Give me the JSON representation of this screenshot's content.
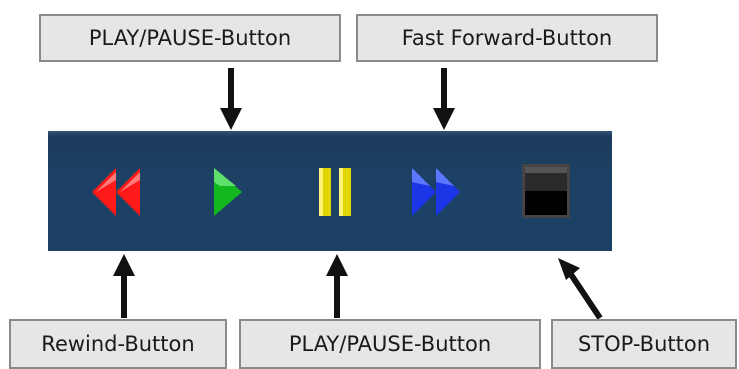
{
  "labels": {
    "play_pause_top": "PLAY/PAUSE-Button",
    "fast_forward": "Fast Forward-Button",
    "rewind": "Rewind-Button",
    "play_pause_bottom": "PLAY/PAUSE-Button",
    "stop": "STOP-Button"
  },
  "controls": [
    {
      "name": "rewind",
      "icon": "rewind-icon",
      "color": "#ff1a1a"
    },
    {
      "name": "play",
      "icon": "play-icon",
      "color": "#12b81e"
    },
    {
      "name": "pause",
      "icon": "pause-icon",
      "color": "#e3d600"
    },
    {
      "name": "fast-forward",
      "icon": "fast-forward-icon",
      "color": "#1a36e6"
    },
    {
      "name": "stop",
      "icon": "stop-icon",
      "color": "#111111"
    }
  ],
  "colors": {
    "panel": "#1d4064",
    "label_background": "#e6e6e6",
    "label_border": "#8a8a8a",
    "arrow": "#111111"
  }
}
